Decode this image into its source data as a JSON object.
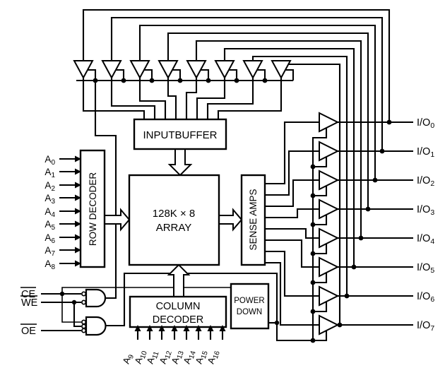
{
  "diagram": {
    "colors": {
      "line": "#000000",
      "background": "#ffffff"
    },
    "blocks": {
      "input_buffer": {
        "label": "INPUTBUFFER"
      },
      "array": {
        "line1": "128K × 8",
        "line2": "ARRAY"
      },
      "row_decoder": {
        "label": "ROW DECODER"
      },
      "sense_amps": {
        "label": "SENSE AMPS"
      },
      "column_decoder": {
        "line1": "COLUMN",
        "line2": "DECODER"
      },
      "power_down": {
        "line1": "POWER",
        "line2": "DOWN"
      }
    },
    "row_address_inputs": [
      {
        "main": "A",
        "sub": "0"
      },
      {
        "main": "A",
        "sub": "1"
      },
      {
        "main": "A",
        "sub": "2"
      },
      {
        "main": "A",
        "sub": "3"
      },
      {
        "main": "A",
        "sub": "4"
      },
      {
        "main": "A",
        "sub": "5"
      },
      {
        "main": "A",
        "sub": "6"
      },
      {
        "main": "A",
        "sub": "7"
      },
      {
        "main": "A",
        "sub": "8"
      }
    ],
    "column_address_inputs": [
      {
        "main": "A",
        "sub": "9"
      },
      {
        "main": "A",
        "sub": "10"
      },
      {
        "main": "A",
        "sub": "11"
      },
      {
        "main": "A",
        "sub": "12"
      },
      {
        "main": "A",
        "sub": "13"
      },
      {
        "main": "A",
        "sub": "14"
      },
      {
        "main": "A",
        "sub": "15"
      },
      {
        "main": "A",
        "sub": "16"
      }
    ],
    "control_inputs": [
      {
        "label": "CE",
        "active_low": true
      },
      {
        "label": "WE",
        "active_low": true
      },
      {
        "label": "OE",
        "active_low": true
      }
    ],
    "io_pins": [
      {
        "main": "I/O",
        "sub": "0"
      },
      {
        "main": "I/O",
        "sub": "1"
      },
      {
        "main": "I/O",
        "sub": "2"
      },
      {
        "main": "I/O",
        "sub": "3"
      },
      {
        "main": "I/O",
        "sub": "4"
      },
      {
        "main": "I/O",
        "sub": "5"
      },
      {
        "main": "I/O",
        "sub": "6"
      },
      {
        "main": "I/O",
        "sub": "7"
      }
    ]
  }
}
